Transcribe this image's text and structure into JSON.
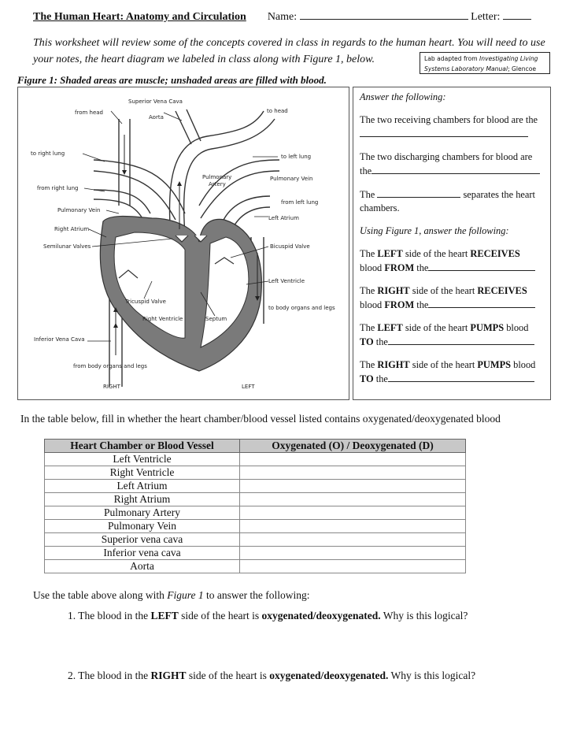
{
  "header": {
    "title": "The Human Heart: Anatomy and Circulation",
    "name_label": "Name:",
    "letter_label": "Letter:"
  },
  "intro": {
    "part1": "This worksheet will review some of the concepts covered in class in regards to the human heart.  You will need to use your notes, the heart diagram we labeled in class along with Figure 1, below."
  },
  "credit": {
    "line1_plain": "Lab adapted from ",
    "line1_italic": "Investigating Living",
    "line2_italic": "Systems Laboratory Manual",
    "line2_plain": "; Glencoe"
  },
  "figure": {
    "caption": "Figure 1: Shaded areas are muscle; unshaded areas are filled with blood.",
    "labels": {
      "superior_vena_cava": "Superior Vena Cava",
      "from_head": "from head",
      "aorta": "Aorta",
      "to_head": "to head",
      "to_right_lung": "to right lung",
      "to_left_lung": "to left lung",
      "pulmonary_artery_1": "Pulmonary",
      "pulmonary_artery_2": "Artery",
      "pulmonary_vein_right": "Pulmonary Vein",
      "from_right_lung": "from right lung",
      "from_left_lung": "from left lung",
      "pulmonary_vein_left": "Pulmonary Vein",
      "left_atrium": "Left Atrium",
      "right_atrium": "Right Atrium",
      "semilunar_valves": "Semilunar Valves",
      "bicuspid_valve": "Bicuspid Valve",
      "left_ventricle": "Left Ventricle",
      "tricuspid_valve": "Tricuspid Valve",
      "to_body": "to body organs and legs",
      "right_ventricle": "Right Ventricle",
      "septum": "Septum",
      "inferior_vena_cava": "Inferior Vena Cava",
      "from_body": "from body organs and legs",
      "right": "RIGHT",
      "left": "LEFT"
    }
  },
  "questions": {
    "heading": "Answer the following:",
    "q_receiving": "The two receiving chambers for blood are the",
    "q_discharging": "The two discharging chambers for blood are the",
    "q_separates_a": "The",
    "q_separates_b": "separates the heart chambers.",
    "fig_heading": "Using Figure 1, answer the following:",
    "q_left_receives": {
      "a": "The ",
      "b": "LEFT",
      "c": " side of the heart ",
      "d": "RECEIVES",
      "e": " blood ",
      "f": "FROM",
      "g": " the"
    },
    "q_right_receives": {
      "a": "The ",
      "b": "RIGHT",
      "c": " side of the heart ",
      "d": "RECEIVES",
      "e": " blood ",
      "f": "FROM",
      "g": " the"
    },
    "q_left_pumps": {
      "a": "The ",
      "b": "LEFT",
      "c": " side of the heart ",
      "d": "PUMPS",
      "e": " blood ",
      "f": "TO",
      "g": " the"
    },
    "q_right_pumps": {
      "a": "The ",
      "b": "RIGHT",
      "c": " side of the heart ",
      "d": "PUMPS",
      "e": " blood ",
      "f": "TO",
      "g": " the"
    }
  },
  "table_section": {
    "instruction": "In the table below, fill in whether the heart chamber/blood vessel listed contains oxygenated/deoxygenated blood",
    "headers": [
      "Heart Chamber or Blood Vessel",
      "Oxygenated (O) / Deoxygenated (D)"
    ],
    "rows": [
      "Left Ventricle",
      "Right Ventricle",
      "Left Atrium",
      "Right Atrium",
      "Pulmonary Artery",
      "Pulmonary Vein",
      "Superior vena cava",
      "Inferior vena cava",
      "Aorta"
    ]
  },
  "followup": {
    "intro_a": "Use the table above along with ",
    "intro_b": "Figure 1",
    "intro_c": " to answer the following:",
    "q1": {
      "a": "1. The blood in the ",
      "b": "LEFT",
      "c": " side of the heart is ",
      "d": "oxygenated/deoxygenated.",
      "e": " Why is this logical?"
    },
    "q2": {
      "a": "2. The blood in the ",
      "b": "RIGHT",
      "c": " side of the heart is ",
      "d": "oxygenated/deoxygenated.",
      "e": " Why is this logical?"
    }
  }
}
